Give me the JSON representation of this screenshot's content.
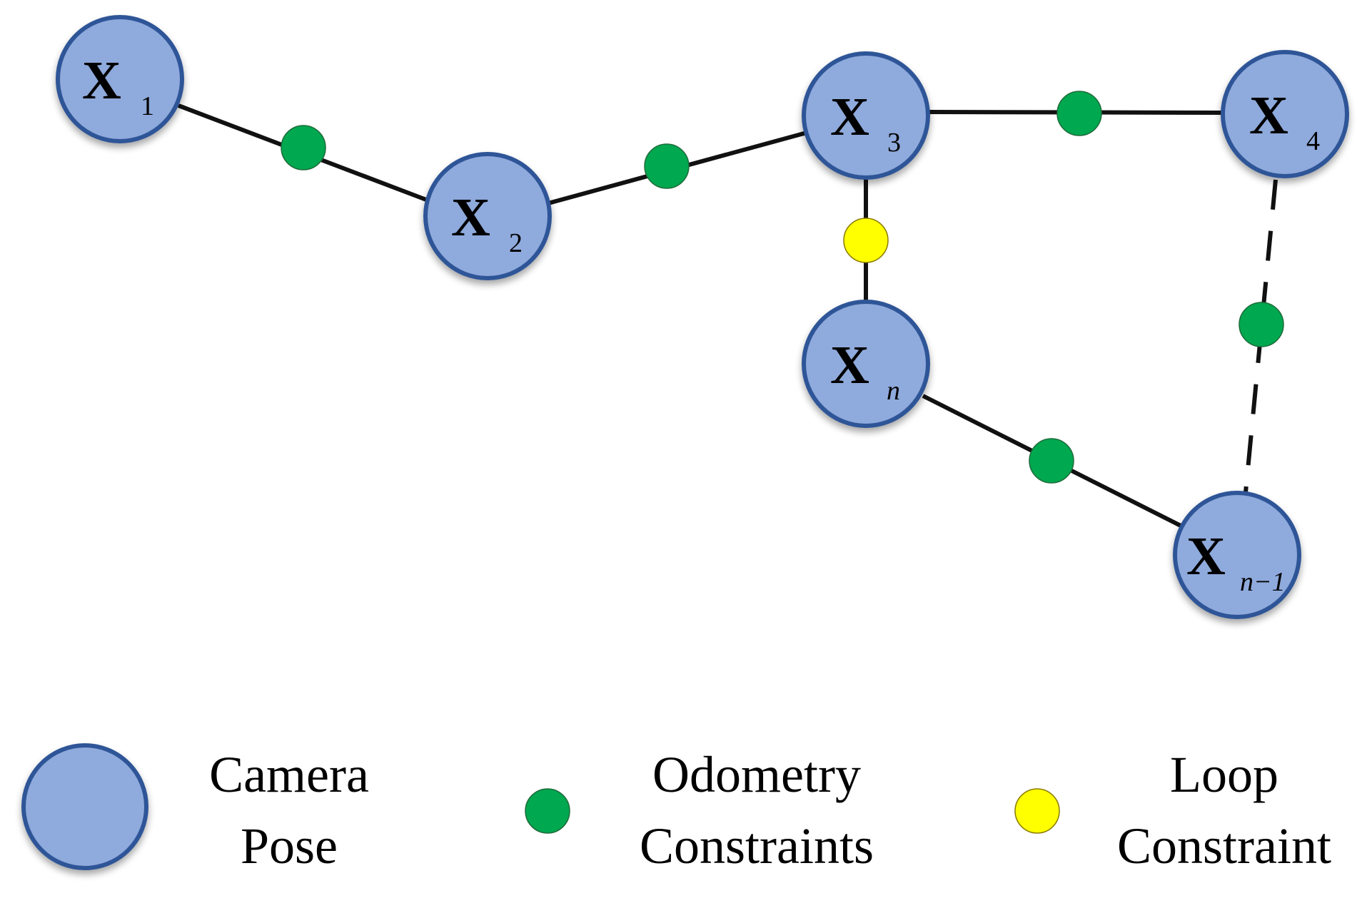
{
  "nodes": [
    {
      "main": "X",
      "sub": "1",
      "italic": false
    },
    {
      "main": "X",
      "sub": "2",
      "italic": false
    },
    {
      "main": "X",
      "sub": "3",
      "italic": false
    },
    {
      "main": "X",
      "sub": "4",
      "italic": false
    },
    {
      "main": "X",
      "sub": "n",
      "italic": true
    },
    {
      "main": "X",
      "sub": "n−1",
      "italic": true
    }
  ],
  "legend": {
    "camera_pose": [
      "Camera",
      "Pose"
    ],
    "odometry": [
      "Odometry",
      "Constraints"
    ],
    "loop": [
      "Loop",
      "Constraint"
    ]
  },
  "colors": {
    "node_fill": "#8faadc",
    "node_stroke": "#2f5597",
    "odometry": "#00a84f",
    "loop": "#ffff00"
  }
}
